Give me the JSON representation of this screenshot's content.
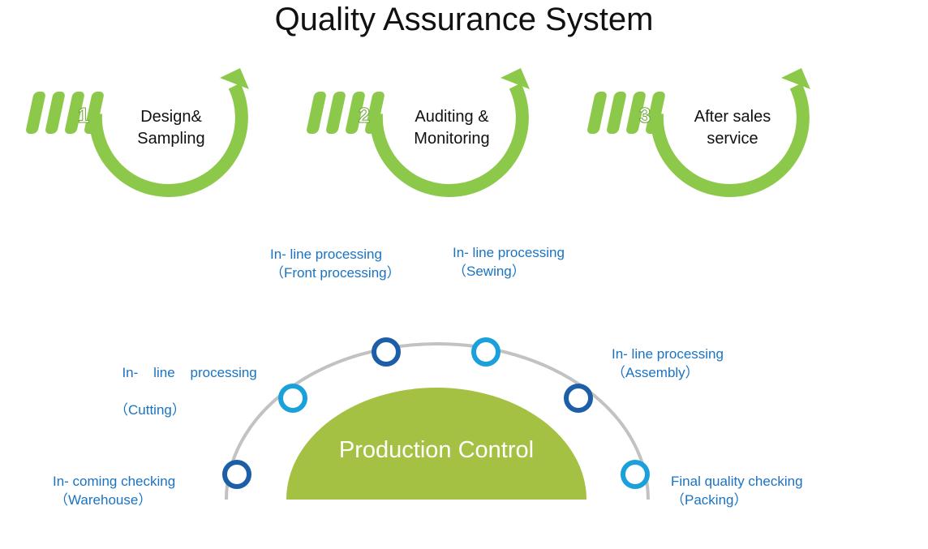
{
  "title": "Quality Assurance System",
  "colors": {
    "green": "#8cc94a",
    "olive": "#a4c144",
    "arc_gray": "#c2c2c2",
    "dark_blue": "#1c5ea8",
    "light_blue": "#1aa0db",
    "label_blue": "#1a73c2"
  },
  "steps": [
    {
      "number": "1",
      "label_line1": "Design&",
      "label_line2": "Sampling"
    },
    {
      "number": "2",
      "label_line1": "Auditing &",
      "label_line2": "Monitoring"
    },
    {
      "number": "3",
      "label_line1": "After sales",
      "label_line2": "service"
    }
  ],
  "center_label": "Production Control",
  "stages": [
    {
      "line1": "In- coming checking",
      "line2": "（Warehouse）"
    },
    {
      "line1": "In-    line    processing",
      "line2": "（Cutting）"
    },
    {
      "line1": "In- line processing",
      "line2": "（Front processing）"
    },
    {
      "line1": "In- line processing",
      "line2": "（Sewing）"
    },
    {
      "line1": "In- line processing",
      "line2": "（Assembly）"
    },
    {
      "line1": "Final quality checking",
      "line2": "（Packing）"
    }
  ]
}
